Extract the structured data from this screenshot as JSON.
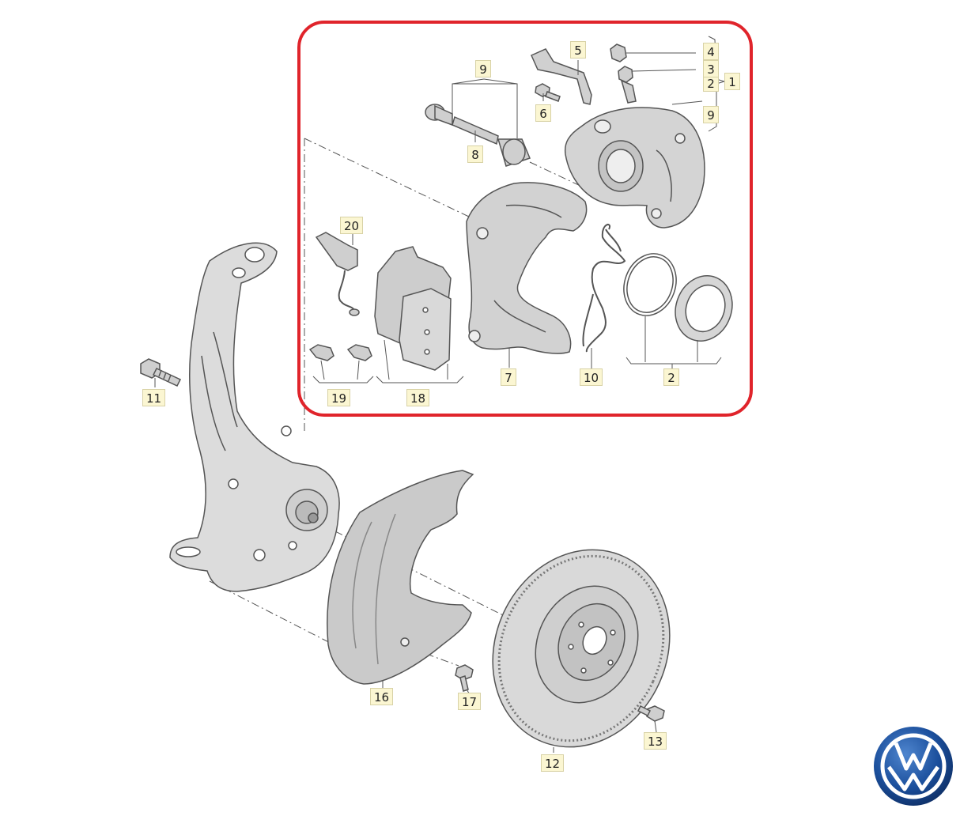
{
  "diagram": {
    "callouts": {
      "c1": "1",
      "c2a": "2",
      "c2b": "2",
      "c3": "3",
      "c4": "4",
      "c5": "5",
      "c6": "6",
      "c7": "7",
      "c8": "8",
      "c9a": "9",
      "c9b": "9",
      "c10": "10",
      "c11": "11",
      "c12": "12",
      "c13": "13",
      "c16": "16",
      "c17": "17",
      "c18": "18",
      "c19": "19",
      "c20": "20"
    },
    "colors": {
      "highlight_box": "#e0242b",
      "callout_fill": "#fbf6d2",
      "part_fill": "#dcdcdc",
      "part_stroke": "#555555",
      "brand_blue": "#1b4f9c"
    },
    "brand": {
      "logo": "vw-logo",
      "text": "VW"
    }
  }
}
